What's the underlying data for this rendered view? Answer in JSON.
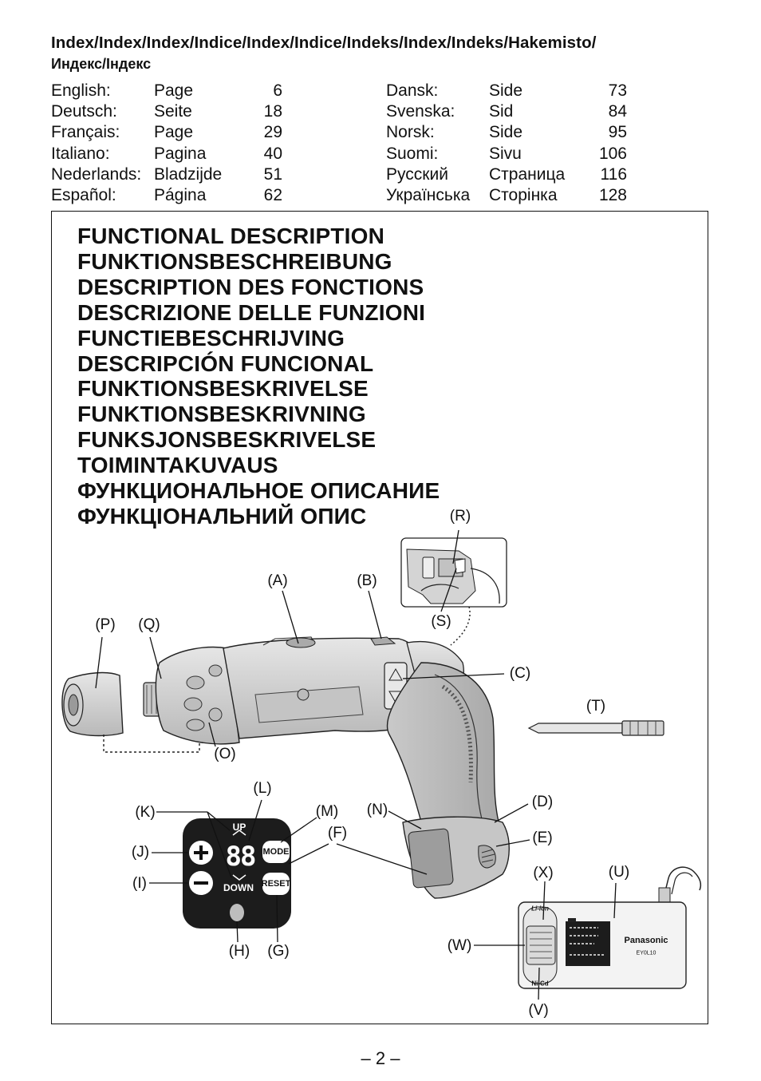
{
  "header": {
    "title": "Index/Index/Index/Indice/Index/Indice/Indeks/Index/Indeks/Hakemisto/",
    "subtitle": "Индекс/Індекс"
  },
  "index": {
    "left": [
      {
        "language": "English:",
        "word": "Page",
        "page": "6"
      },
      {
        "language": "Deutsch:",
        "word": "Seite",
        "page": "18"
      },
      {
        "language": "Français:",
        "word": "Page",
        "page": "29"
      },
      {
        "language": "Italiano:",
        "word": "Pagina",
        "page": "40"
      },
      {
        "language": "Nederlands:",
        "word": "Bladzijde",
        "page": "51"
      },
      {
        "language": "Español:",
        "word": "Página",
        "page": "62"
      }
    ],
    "right": [
      {
        "language": "Dansk:",
        "word": "Side",
        "page": "73"
      },
      {
        "language": "Svenska:",
        "word": "Sid",
        "page": "84"
      },
      {
        "language": "Norsk:",
        "word": "Side",
        "page": "95"
      },
      {
        "language": "Suomi:",
        "word": "Sivu",
        "page": "106"
      },
      {
        "language": "Русский",
        "word": "Страница",
        "page": "116"
      },
      {
        "language": "Українська",
        "word": "Сторінка",
        "page": "128"
      }
    ]
  },
  "section_titles": [
    "FUNCTIONAL DESCRIPTION",
    "FUNKTIONSBESCHREIBUNG",
    "DESCRIPTION DES FONCTIONS",
    "DESCRIZIONE DELLE FUNZIONI",
    "FUNCTIEBESCHRIJVING",
    "DESCRIPCIÓN FUNCIONAL",
    "FUNKTIONSBESKRIVELSE",
    "FUNKTIONSBESKRIVNING",
    "FUNKSJONSBESKRIVELSE",
    "TOIMINTAKUVAUS",
    "ФУНКЦИОНАЛЬНОЕ ОПИСАНИЕ",
    "ФУНКЦІОНАЛЬНИЙ ОПИС"
  ],
  "callouts": {
    "A": "(A)",
    "B": "(B)",
    "C": "(C)",
    "D": "(D)",
    "E": "(E)",
    "F": "(F)",
    "G": "(G)",
    "H": "(H)",
    "I": "(I)",
    "J": "(J)",
    "K": "(K)",
    "L": "(L)",
    "M": "(M)",
    "N": "(N)",
    "O": "(O)",
    "P": "(P)",
    "Q": "(Q)",
    "R": "(R)",
    "S": "(S)",
    "T": "(T)",
    "U": "(U)",
    "V": "(V)",
    "W": "(W)",
    "X": "(X)"
  },
  "panel": {
    "up": "UP",
    "down": "DOWN",
    "mode": "MODE",
    "reset": "RESET",
    "plus": "+",
    "minus": "−",
    "display": "88"
  },
  "charger": {
    "brand": "Panasonic",
    "model": "EY0L10",
    "li_ion": "Li-ion",
    "ni_cd": "Ni-Cd"
  },
  "page_number": "– 2 –",
  "colors": {
    "ink": "#111111",
    "tool_shell": "#d8d8d8",
    "panel_dark": "#1c1c1c"
  }
}
